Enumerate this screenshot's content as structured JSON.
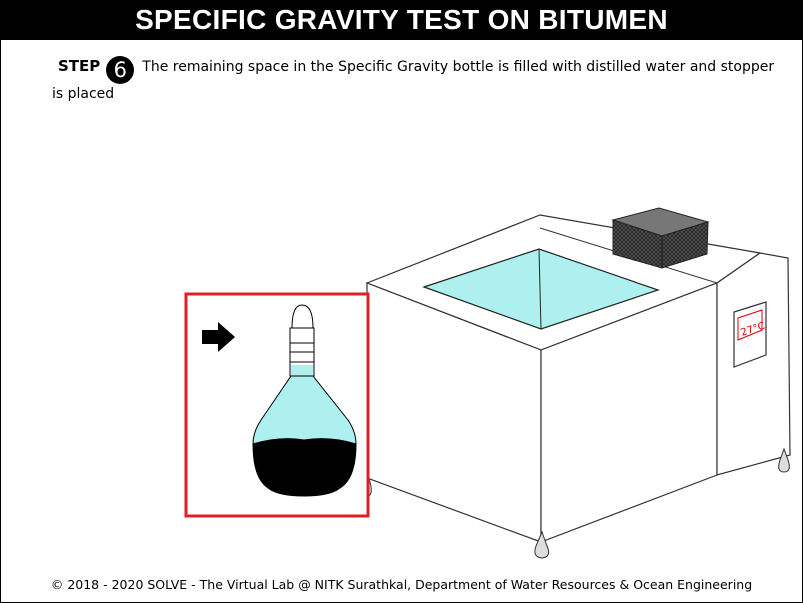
{
  "header": {
    "title": "SPECIFIC GRAVITY TEST ON BITUMEN"
  },
  "instruction": {
    "step_label": "STEP",
    "step_number": "6",
    "text": "The remaining space in the Specific Gravity bottle is filled with distilled water and stopper is placed"
  },
  "water_bath": {
    "display_reading": "27°C"
  },
  "colors": {
    "water": "#aef0f0",
    "highlight_border": "#e02027",
    "bitumen": "#000000"
  },
  "icons": [
    "right-arrow-icon"
  ],
  "footer": {
    "text": "© 2018 - 2020 SOLVE - The Virtual Lab @ NITK Surathkal, Department of Water Resources & Ocean Engineering"
  }
}
